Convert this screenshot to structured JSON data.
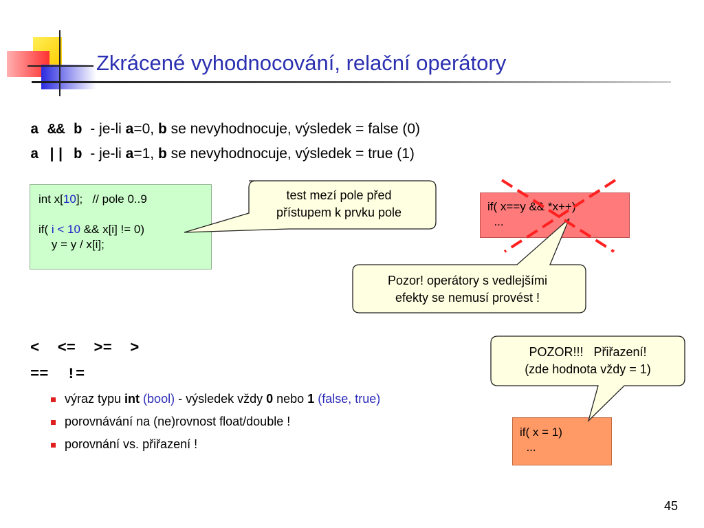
{
  "title": "Zkrácené vyhodnocování, relační operátory",
  "lines": {
    "l1": {
      "op": "a && b",
      "t1": "  - je-li ",
      "a": "a",
      "t2": "=0, ",
      "b": "b",
      "t3": " se nevyhodnocuje, výsledek = false (0)"
    },
    "l2": {
      "op": "a || b",
      "t1": "  - je-li ",
      "a": "a",
      "t2": "=1, ",
      "b": "b",
      "t3": " se nevyhodnocuje, výsledek = true (1)"
    }
  },
  "code_green": {
    "r1_a": "int x[",
    "r1_n": "10",
    "r1_b": "];   // pole 0..9",
    "r2_a": "if( ",
    "r2_cond": "i < 10",
    "r2_b": " && x[i] != 0)",
    "r3": "    y = y / x[i];"
  },
  "callout_bounds": {
    "l1": "test mezí pole před",
    "l2": "přístupem k prvku pole"
  },
  "code_red": {
    "r1": "if( x==y && *x++)",
    "r2": "  ..."
  },
  "callout_side_effects": {
    "l1": "Pozor! operátory s vedlejšími",
    "l2": "efekty se nemusí provést !"
  },
  "operators": {
    "row1": "<  <=  >=  >",
    "row2": "==  !="
  },
  "bullets": [
    {
      "t1": "výraz typu ",
      "b1": "int",
      "t2": " ",
      "c1": "(bool)",
      "t3": " - výsledek vždy ",
      "b2": "0",
      "t4": " nebo ",
      "b3": "1",
      "t5": " ",
      "c2": "(false, true)"
    },
    {
      "t1": "porovnávání na (ne)rovnost float/double !"
    },
    {
      "t1": "porovnání vs. přiřazení !"
    }
  ],
  "callout_assign": {
    "l1": "POZOR!!!   Přiřazení!",
    "l2": "(zde hodnota vždy = 1)"
  },
  "code_orange": {
    "r1": "if( x = 1)",
    "r2": "  ..."
  },
  "page_number": "45",
  "colors": {
    "title": "#2b30b0",
    "green_box": "#ccffcc",
    "red_box": "#ff7b7b",
    "orange_box": "#ff9966",
    "callout": "#ffffe1",
    "bullet": "#e02020",
    "cross": "#ff2020"
  }
}
